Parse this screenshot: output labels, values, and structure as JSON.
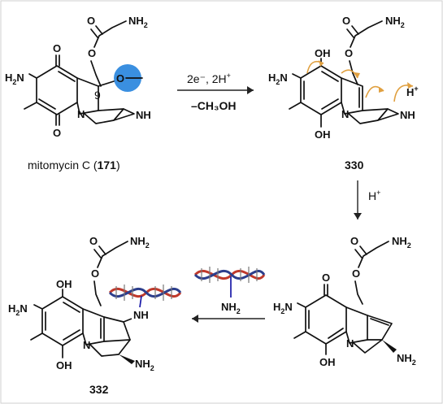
{
  "top_left": {
    "name": "mitomycin C",
    "number": "171",
    "position_label": "9"
  },
  "step1": {
    "reagent": "2e⁻, 2H",
    "reagent_sup": "+",
    "loss": "–CH₃OH",
    "loss_color": "#1a1aa8"
  },
  "top_right": {
    "number": "330",
    "proton": "H",
    "proton_sup": "+"
  },
  "step2": {
    "reagent": "H",
    "reagent_sup": "+"
  },
  "step3": {
    "dna_nh2": "NH",
    "dna_nh2_sub": "2",
    "dna_color_left": "#c0392b",
    "dna_color_right": "#2c3e8c"
  },
  "bottom_left": {
    "number": "332"
  },
  "atoms": {
    "carbamate_nh2": "NH",
    "sub2": "2",
    "o": "O",
    "oh": "OH",
    "n": "N",
    "nh": "NH",
    "h2n": "H",
    "h2n_tail": "N"
  },
  "colors": {
    "methoxy_highlight": "#3a8fe0",
    "curly_arrow": "#e0a040",
    "blue_text": "#1a1aa8"
  }
}
